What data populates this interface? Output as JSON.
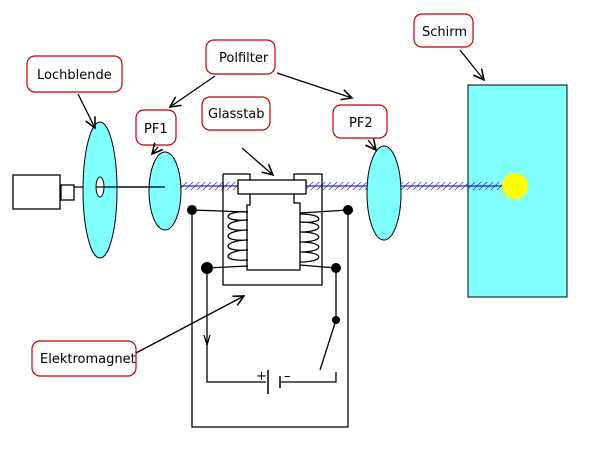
{
  "labels": {
    "lochblende": "Lochblende",
    "polfilter": "Polfilter",
    "pf1": "PF1",
    "glasstab": "Glasstab",
    "pf2": "PF2",
    "schirm": "Schirm",
    "elektromagnet": "Elektromagnet",
    "plus": "+",
    "minus": "–"
  },
  "colors": {
    "optics": "#80ffff",
    "light_spot": "#ffff00",
    "beam": "#2020a0",
    "label_border": "#c00000"
  }
}
